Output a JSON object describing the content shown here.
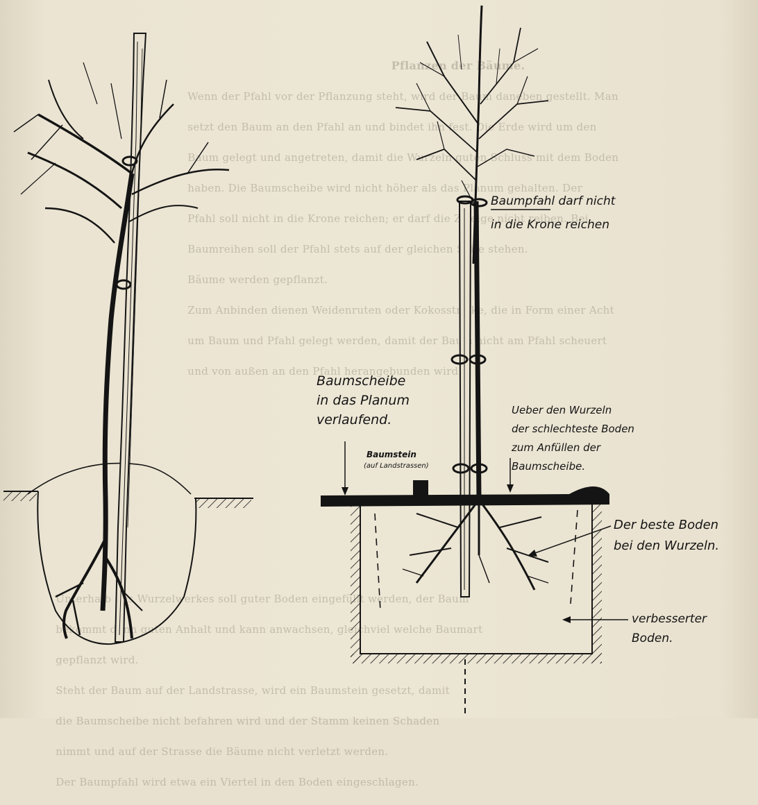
{
  "background_text": {
    "heading": "Pflanzen der Bäume.",
    "top_lines": [
      "Wenn der Pfahl vor der Pflanzung steht, wird der Baum daneben gestellt. Man",
      "setzt den Baum an den Pfahl an und bindet ihn fest. Die Erde wird um den",
      "Baum gelegt und angetreten, damit die Wurzeln guten Schluss mit dem Boden",
      "haben. Die Baumscheibe wird nicht höher als das Planum gehalten. Der",
      "Pfahl soll nicht in die Krone reichen; er darf die Zweige nicht reiben. Bei",
      "Baumreihen soll der Pfahl stets auf der gleichen Seite stehen.",
      "Bäume werden gepflanzt.",
      "Zum Anbinden dienen Weidenruten oder Kokosstricke, die in Form einer Acht",
      "um Baum und Pfahl gelegt werden, damit der Baum nicht am Pfahl scheuert",
      "und von außen an den Pfahl herangebunden wird."
    ],
    "bottom_lines": [
      "Unterhalb des Wurzelwerkes soll guter Boden eingefüllt werden, der Baum",
      "bekommt dann guten Anhalt und kann anwachsen, gleichviel welche Baumart",
      "gepflanzt wird.",
      "Steht der Baum auf der Landstrasse, wird ein Baumstein gesetzt, damit",
      "die Baumscheibe nicht befahren wird und der Stamm keinen Schaden",
      "nimmt und auf der Strasse die Bäume nicht verletzt werden.",
      "Der Baumpfahl wird etwa ein Viertel in den Boden eingeschlagen."
    ]
  },
  "annotations": {
    "baumpfahl": [
      "Baumpfahl darf nicht",
      "in die Krone reichen"
    ],
    "baumscheibe": [
      "Baumscheibe",
      "in das Planum",
      "verlaufend."
    ],
    "baumstein": [
      "Baumstein",
      "(auf Landstrassen)"
    ],
    "ueber_wurzeln": [
      "Ueber den Wurzeln",
      "der schlechteste Boden",
      "zum Anfüllen der",
      "Baumscheibe."
    ],
    "beste_boden": [
      "Der beste Boden",
      "bei den Wurzeln."
    ],
    "verbessert": [
      "verbesserter",
      "Boden."
    ]
  },
  "colors": {
    "ink": "#141414",
    "paper": "#ebe4d2",
    "bleed_text": "#a39c8c"
  }
}
